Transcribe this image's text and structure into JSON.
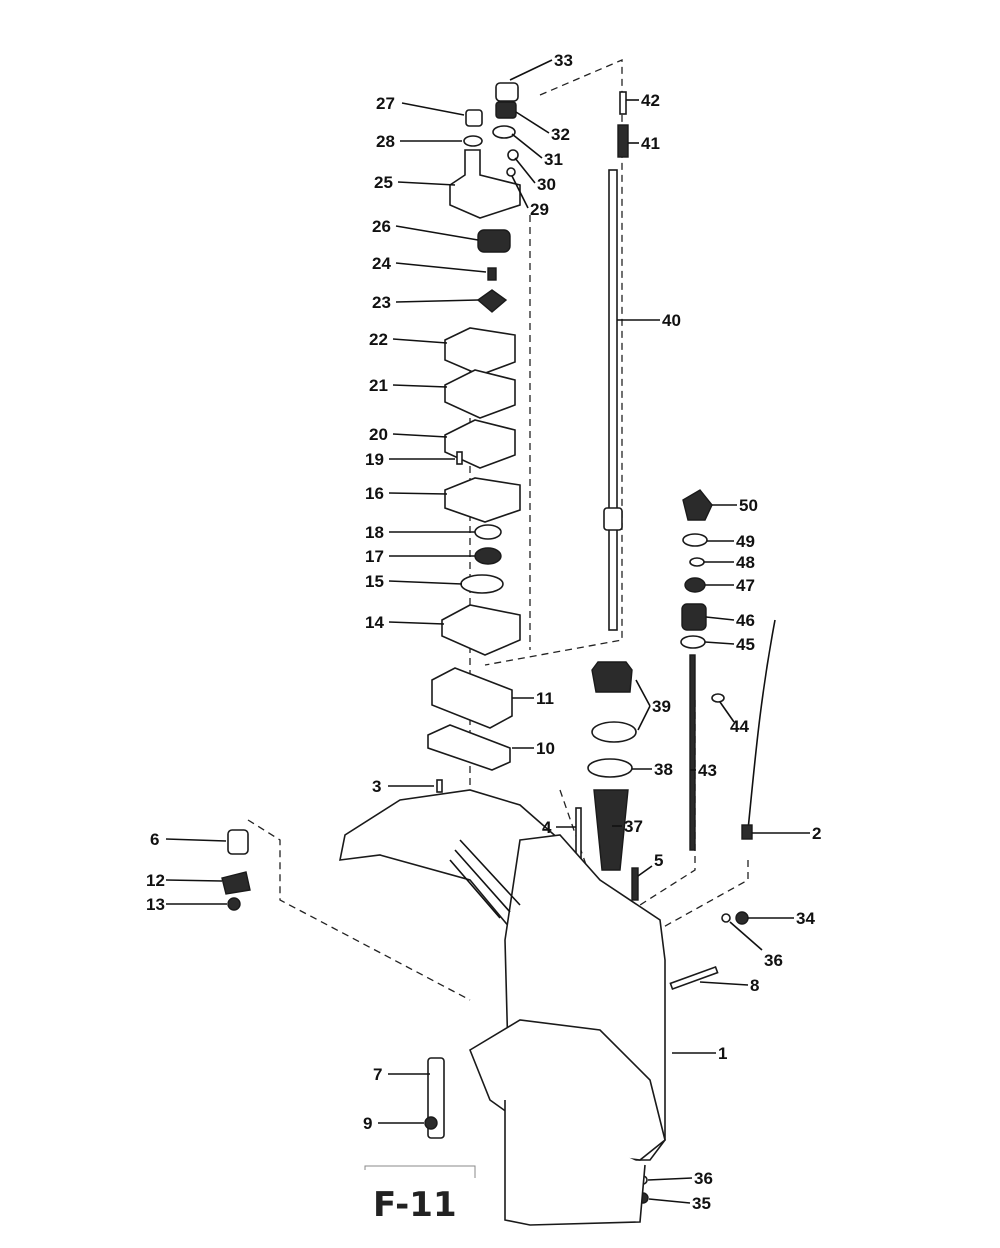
{
  "figure": {
    "label": "F-11"
  },
  "callouts": {
    "c1": "1",
    "c2": "2",
    "c3": "3",
    "c4": "4",
    "c5": "5",
    "c6": "6",
    "c7": "7",
    "c8": "8",
    "c9": "9",
    "c10": "10",
    "c11": "11",
    "c12": "12",
    "c13": "13",
    "c14": "14",
    "c15": "15",
    "c16": "16",
    "c17": "17",
    "c18": "18",
    "c19": "19",
    "c20": "20",
    "c21": "21",
    "c22": "22",
    "c23": "23",
    "c24": "24",
    "c25": "25",
    "c26": "26",
    "c27": "27",
    "c28": "28",
    "c29": "29",
    "c30": "30",
    "c31": "31",
    "c32": "32",
    "c33": "33",
    "c34": "34",
    "c35": "35",
    "c36a": "36",
    "c36b": "36",
    "c37": "37",
    "c38": "38",
    "c39": "39",
    "c40": "40",
    "c41": "41",
    "c42": "42",
    "c43": "43",
    "c44": "44",
    "c45": "45",
    "c46": "46",
    "c47": "47",
    "c48": "48",
    "c49": "49",
    "c50": "50"
  }
}
